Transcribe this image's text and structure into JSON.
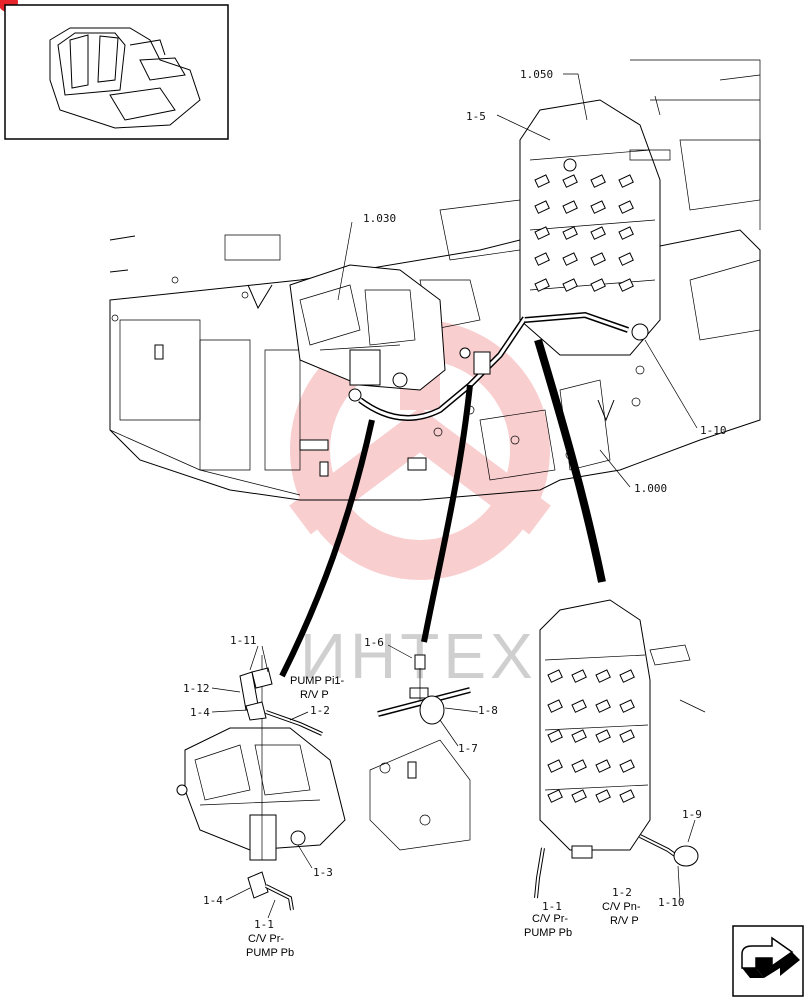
{
  "watermark": {
    "text": "ИНТЕХ",
    "color": "#e8252b"
  },
  "badge": {
    "color": "#e8252b"
  },
  "callouts": {
    "c1050": "1.050",
    "c15": "1-5",
    "c1030": "1.030",
    "c110_main": "1-10",
    "c1000": "1.000",
    "c111": "1-11",
    "c112": "1-12",
    "c14_top": "1-4",
    "c12_left": "1-2",
    "c13": "1-3",
    "c14_bottom": "1-4",
    "c11_left": "1-1",
    "c16": "1-6",
    "c18": "1-8",
    "c17": "1-7",
    "c19": "1-9",
    "c11_right": "1-1",
    "c12_right": "1-2",
    "c110_right": "1-10"
  },
  "captions": {
    "pump_pi1_l1": "PUMP Pi1-",
    "pump_pi1_l2": "R/V P",
    "cv_pr_left_l1": "C/V Pr-",
    "cv_pr_left_l2": "PUMP Pb",
    "cv_pr_right_l1": "C/V Pr-",
    "cv_pr_right_l2": "PUMP Pb",
    "cv_pn_l1": "C/V Pn-",
    "cv_pn_l2": "R/V P"
  },
  "nav": {
    "icon": "next-page-arrow-icon"
  }
}
